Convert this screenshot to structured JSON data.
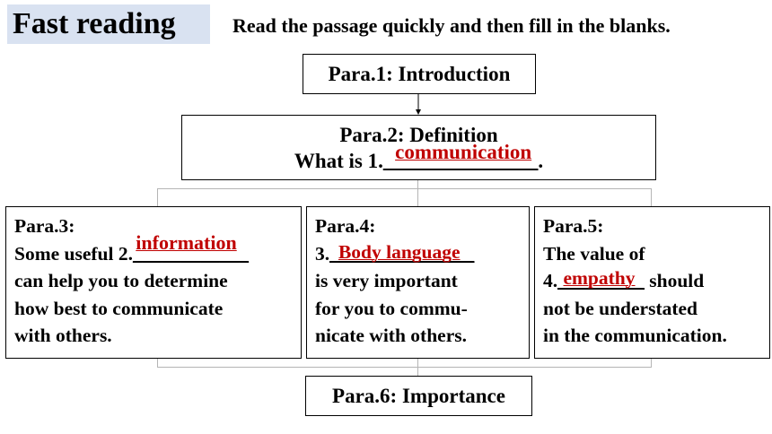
{
  "header": {
    "title": "Fast reading",
    "instruction": "Read the passage quickly and then fill in the blanks."
  },
  "boxes": {
    "para1": "Para.1: Introduction",
    "para2": {
      "heading": "Para.2: Definition",
      "question_before": "What is 1.",
      "blank": "_______________",
      "question_after": ".",
      "answer": "communication"
    },
    "para3": {
      "heading": "Para.3:",
      "line1_before": "Some useful 2.",
      "blank": "____________",
      "answer": "information",
      "line2": "can help you to determine",
      "line3": "how best to communicate",
      "line4": "with others."
    },
    "para4": {
      "heading": "Para.4:",
      "line1_before": "3.",
      "blank": "_______________",
      "answer": "Body language",
      "line2": "is very important",
      "line3": "for you to commu-",
      "line4": "nicate with others."
    },
    "para5": {
      "heading": "Para.5:",
      "line1": "The value of",
      "line2_before": "4.",
      "blank": "_________",
      "answer": "empathy",
      "line2_after": " should",
      "line3": "not be understated",
      "line4": "in the communication."
    },
    "para6": "Para.6: Importance"
  },
  "colors": {
    "answer": "#c00000",
    "title_background": "#d9e2f1",
    "connector": "#b5b5b5"
  }
}
